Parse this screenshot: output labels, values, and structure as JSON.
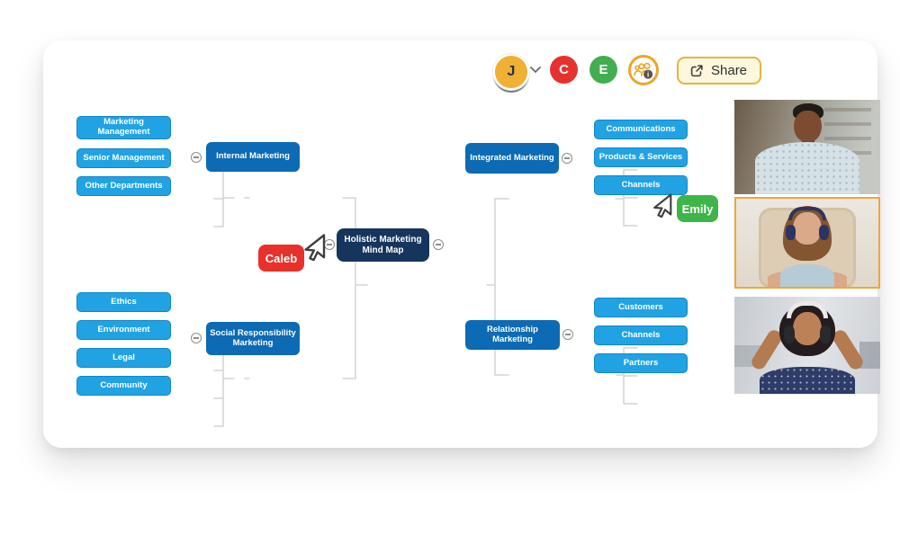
{
  "topbar": {
    "share_button": "Share",
    "avatars": [
      {
        "initial": "J",
        "color": "#efb034"
      },
      {
        "initial": "C",
        "color": "#e5322e"
      },
      {
        "initial": "E",
        "color": "#44ad52"
      }
    ]
  },
  "mindmap": {
    "root": "Holistic Marketing Mind Map",
    "left_branches": [
      {
        "label": "Internal Marketing",
        "children": [
          "Marketing Management",
          "Senior Management",
          "Other Departments"
        ]
      },
      {
        "label": "Social Responsibility Marketing",
        "children": [
          "Ethics",
          "Environment",
          "Legal",
          "Community"
        ]
      }
    ],
    "right_branches": [
      {
        "label": "Integrated Marketing",
        "children": [
          "Communications",
          "Products & Services",
          "Channels"
        ]
      },
      {
        "label": "Relationship Marketing",
        "children": [
          "Customers",
          "Channels",
          "Partners"
        ]
      }
    ]
  },
  "collaborators": [
    {
      "name": "Caleb",
      "color": "#e8312a"
    },
    {
      "name": "Emily",
      "color": "#3db54a"
    }
  ],
  "video_panel": {
    "tile_count": 3,
    "active_tile_index": 2,
    "active_border_color": "#f0a636"
  },
  "colors": {
    "node_root": "#15355d",
    "node_parent": "#0d6ab4",
    "node_child": "#21a3e3",
    "connector": "#d4d4d4",
    "accent_gold": "#eda528"
  }
}
